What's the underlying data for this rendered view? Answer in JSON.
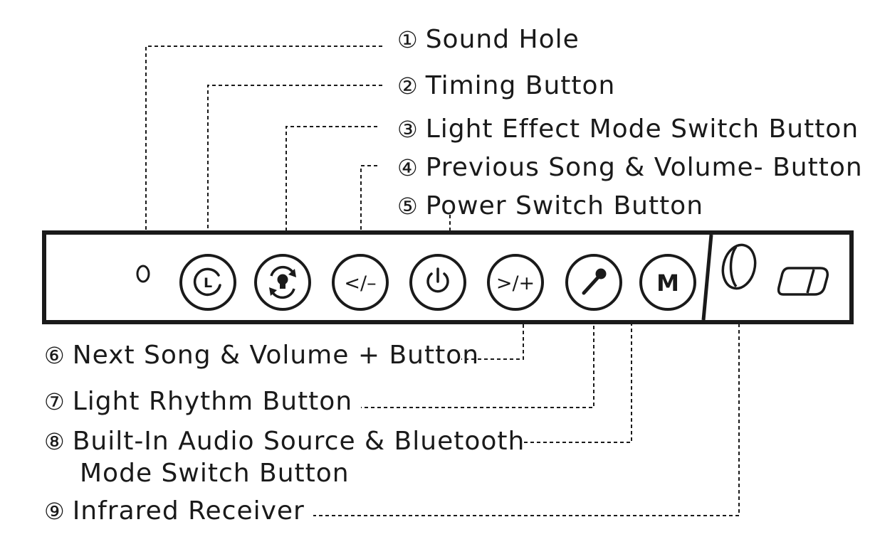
{
  "labels": {
    "sound_hole": {
      "number": "①",
      "text": "Sound Hole"
    },
    "timing": {
      "number": "②",
      "text": "Timing Button"
    },
    "light_effect": {
      "number": "③",
      "text": "Light Effect Mode Switch Button"
    },
    "previous": {
      "number": "④",
      "text": "Previous Song & Volume- Button"
    },
    "power": {
      "number": "⑤",
      "text": "Power Switch Button"
    },
    "next": {
      "number": "⑥",
      "text": "Next Song & Volume + Button"
    },
    "light_rhythm": {
      "number": "⑦",
      "text": "Light Rhythm Button"
    },
    "audio_source": {
      "number": "⑧",
      "text": "Built-In Audio Source & Bluetooth",
      "text2": "Mode Switch Button"
    },
    "infrared": {
      "number": "⑨",
      "text": "Infrared Receiver"
    }
  },
  "panel": {
    "prev_symbol": "</–",
    "next_symbol": ">/+",
    "mode_symbol": "M",
    "timer_symbol": "L"
  },
  "icons": [
    "sound-hole-icon",
    "timer-icon",
    "light-effect-icon",
    "previous-icon",
    "power-icon",
    "next-icon",
    "microphone-icon",
    "mode-icon",
    "infrared-receiver-icon",
    "switch-icon"
  ]
}
